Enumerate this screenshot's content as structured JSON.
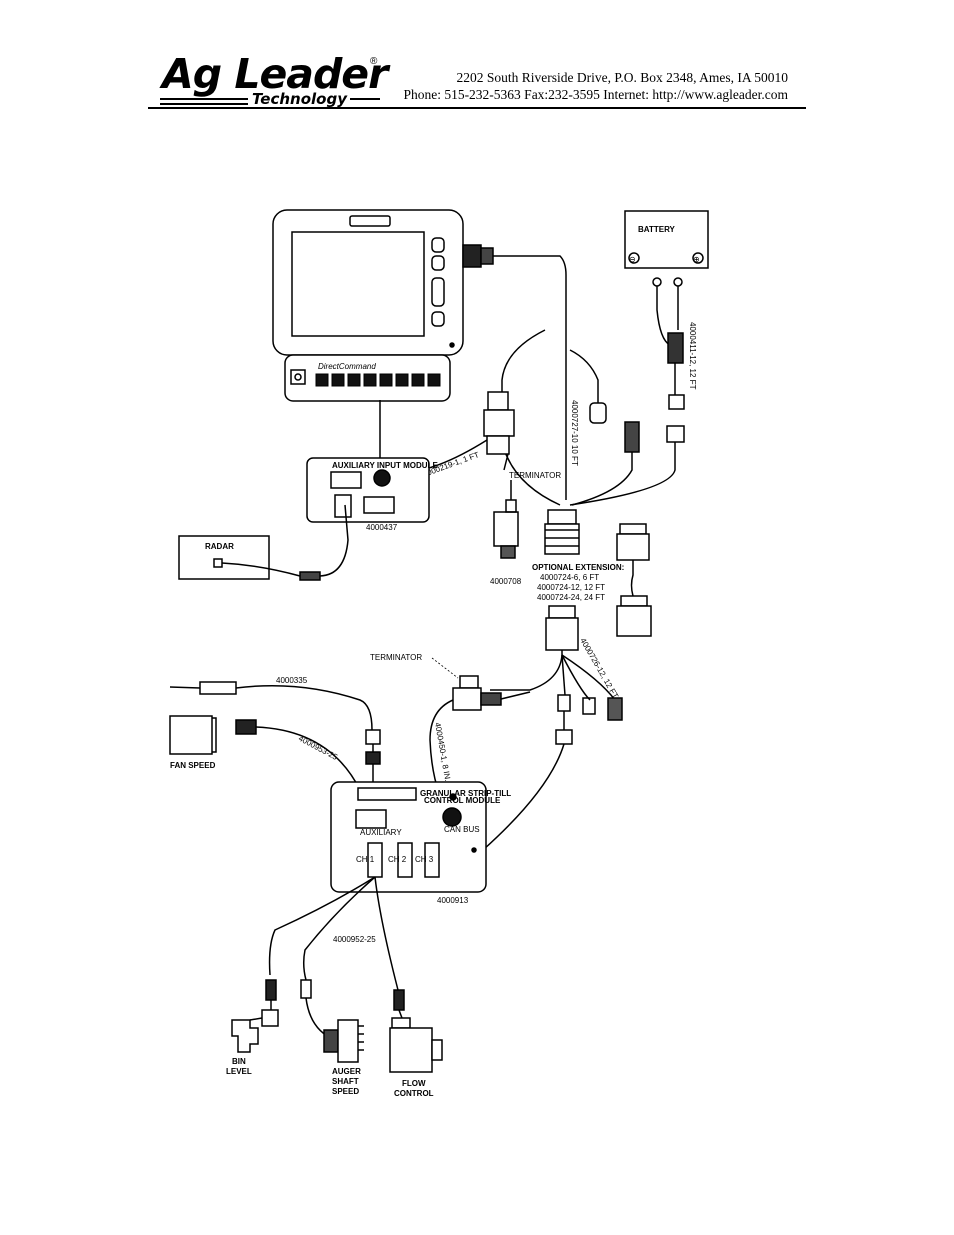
{
  "header": {
    "logo_main": "Ag Leader",
    "logo_registered": "®",
    "logo_sub": "Technology",
    "address_line": "2202 South Riverside Drive, P.O. Box 2348, Ames, IA  50010",
    "contact_line": "Phone: 515-232-5363  Fax:232-3595  Internet:  http://www.agleader.com"
  },
  "diagram": {
    "battery": "BATTERY",
    "battery_minus": "⊖",
    "battery_plus": "⊕",
    "battery_cable": "4000411-12,  12  FT",
    "main_harness": "4000727-10  10  FT",
    "aux_cable": "4000219-1,  1  FT",
    "terminator_top": "TERMINATOR",
    "aux_module_title": "AUXILIARY INPUT MODULE",
    "aux_module_part": "4000437",
    "directcommand_label": "DirectCommand",
    "radar": "RADAR",
    "part_4000708": "4000708",
    "optional_extension_title": "OPTIONAL  EXTENSION:",
    "optional_extension_lines": [
      "4000724-6,  6  FT",
      "4000724-12,  12  FT",
      "4000724-24,  24  FT"
    ],
    "terminator_mid": "TERMINATOR",
    "cable_4000726": "4000726-12,  12  FT",
    "part_4000335": "4000335",
    "fan_speed": "FAN SPEED",
    "cable_4000953": "4000953-25",
    "cable_4000450": "4000450-1,  8  IN.",
    "control_module_title_1": "GRANULAR STRIP-TILL",
    "control_module_title_2": "CONTROL MODULE",
    "control_module_aux": "AUXILIARY",
    "control_module_can": "CAN BUS",
    "control_module_ch1": "CH 1",
    "control_module_ch2": "CH 2",
    "control_module_ch3": "CH 3",
    "control_module_part": "4000913",
    "cable_4000952": "4000952-25",
    "bin_level_1": "BIN",
    "bin_level_2": "LEVEL",
    "auger_1": "AUGER",
    "auger_2": "SHAFT",
    "auger_3": "SPEED",
    "flow_1": "FLOW",
    "flow_2": "CONTROL"
  }
}
